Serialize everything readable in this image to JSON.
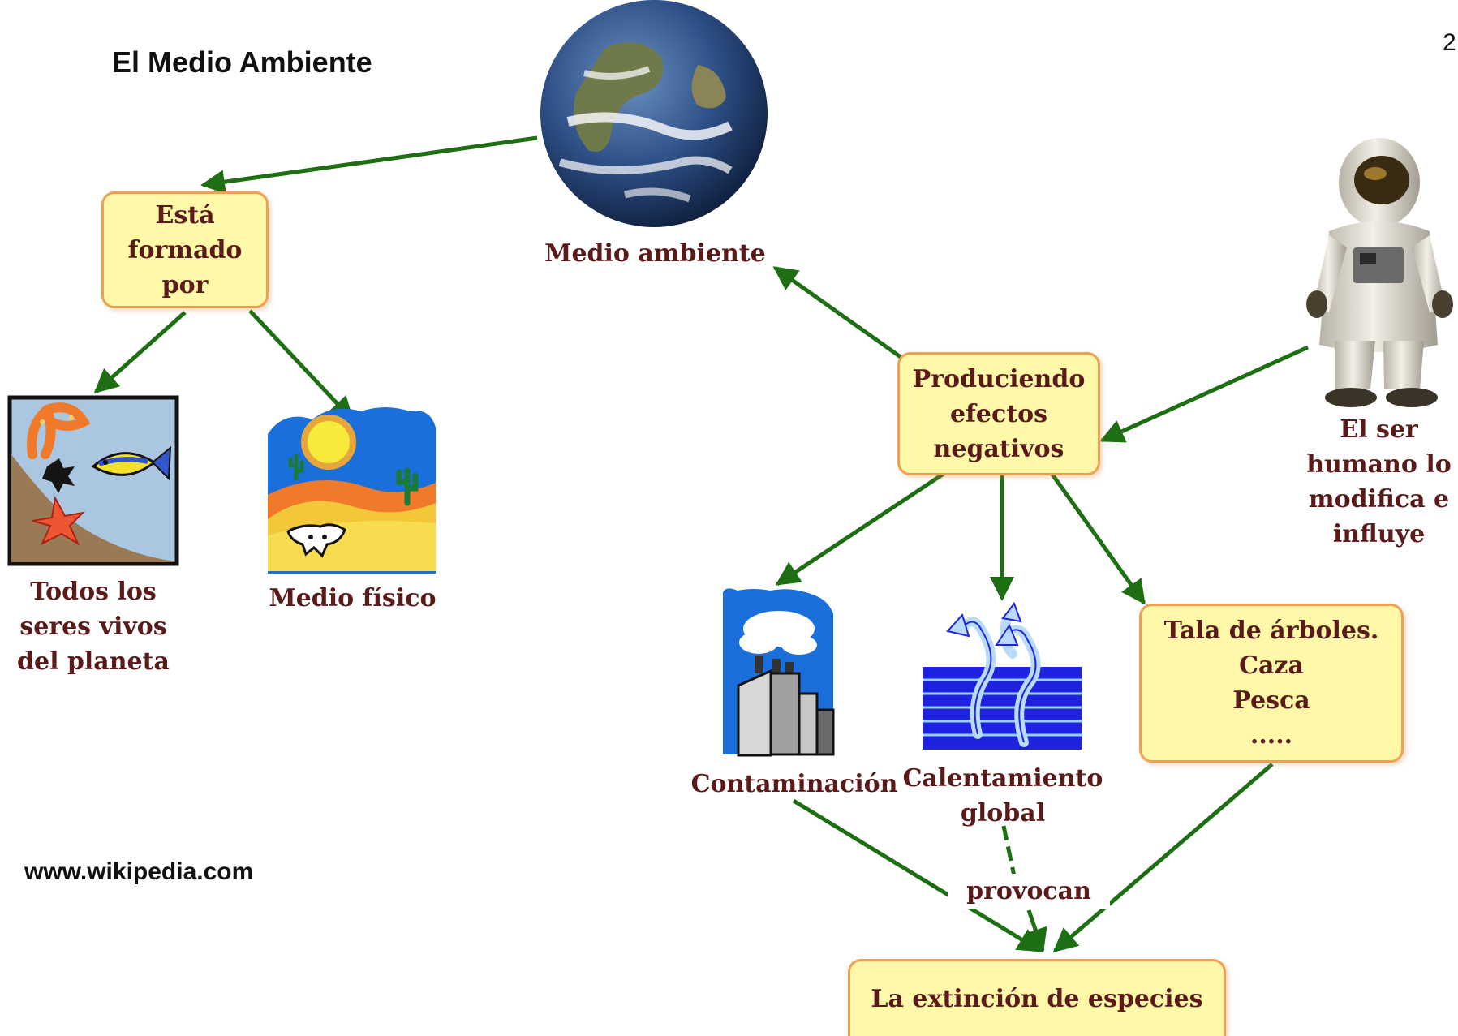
{
  "page": {
    "title": "El Medio Ambiente",
    "number": "2",
    "source": "www.wikipedia.com"
  },
  "nodes": {
    "medio_ambiente": "Medio ambiente",
    "esta_formado_por": [
      "Está",
      "formado",
      "por"
    ],
    "seres_vivos": [
      "Todos los",
      "seres vivos",
      "del planeta"
    ],
    "medio_fisico": "Medio físico",
    "produciendo": [
      "Produciendo",
      "efectos",
      "negativos"
    ],
    "ser_humano": [
      "El ser",
      "humano lo",
      "modifica e",
      "influye"
    ],
    "contaminacion": "Contaminación",
    "calentamiento": [
      "Calentamiento",
      "global"
    ],
    "tala": [
      "Tala de árboles.",
      "Caza",
      "Pesca",
      "....."
    ],
    "provocan": "provocan",
    "extincion": "La extinción de especies"
  },
  "colors": {
    "arrow": "#1e6e14",
    "box_fill": "#fff8a8",
    "box_border": "#f0a050",
    "node_text": "#5a1a1a"
  },
  "icons": [
    "earth-icon",
    "astronaut-icon",
    "sea-life-icon",
    "desert-icon",
    "factory-icon",
    "global-warming-icon"
  ]
}
